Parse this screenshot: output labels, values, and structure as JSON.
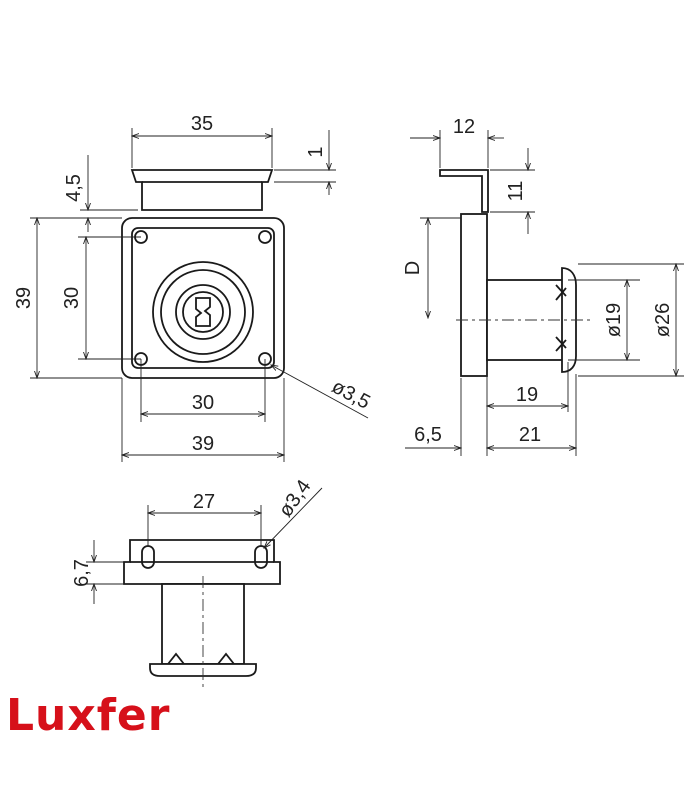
{
  "brand": {
    "logo_text": "Luxfer",
    "logo_color": "#d6101a"
  },
  "dimensions": {
    "front_width_top": "35",
    "front_flange_thickness": "1",
    "front_offset": "4,5",
    "front_height_outer": "39",
    "front_height_holes": "30",
    "front_width_holes": "30",
    "front_width_outer": "39",
    "front_hole_dia": "ø3,5",
    "side_width": "12",
    "side_height": "11",
    "side_label_d": "D",
    "side_dia_inner": "ø19",
    "side_dia_outer": "ø26",
    "side_length_inner": "19",
    "side_plate": "6,5",
    "side_length_outer": "21",
    "bottom_width_holes": "27",
    "bottom_hole_dia": "ø3,4",
    "bottom_height": "6,7"
  }
}
